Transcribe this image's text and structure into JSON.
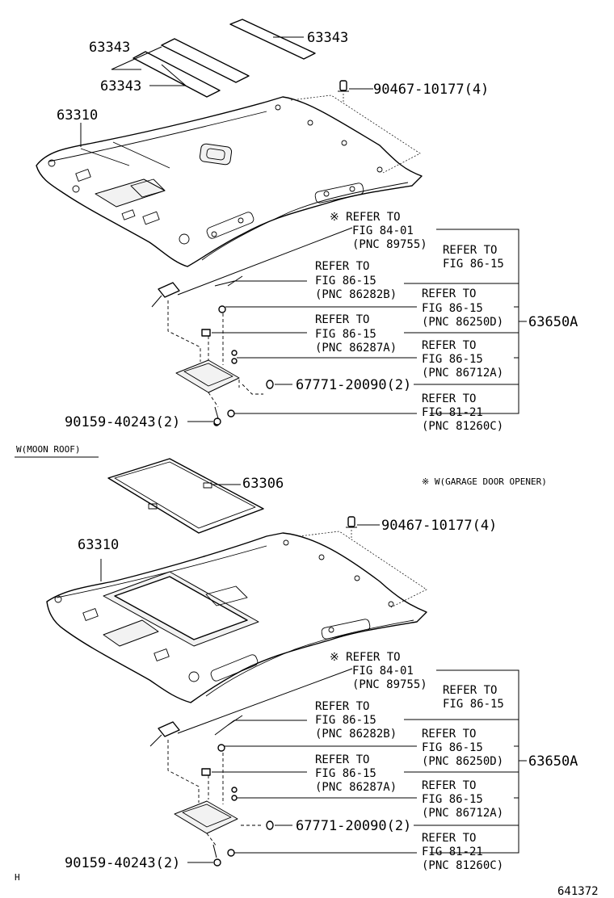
{
  "upper": {
    "pn_63343_a": "63343",
    "pn_63343_b": "63343",
    "pn_63343_c": "63343",
    "pn_90467": "90467-10177(4)",
    "pn_63310": "63310",
    "ref1_line1": "※ REFER TO",
    "ref1_line2": "FIG 84-01",
    "ref1_line3": "(PNC 89755)",
    "ref2_line1": "REFER TO",
    "ref2_line2": "FIG 86-15",
    "ref3_line1": "REFER TO",
    "ref3_line2": "FIG 86-15",
    "ref3_line3": "(PNC 86282B)",
    "ref4_line1": "REFER TO",
    "ref4_line2": "FIG 86-15",
    "ref4_line3": "(PNC 86250D)",
    "ref5_line1": "REFER TO",
    "ref5_line2": "FIG 86-15",
    "ref5_line3": "(PNC 86287A)",
    "ref6_line1": "REFER TO",
    "ref6_line2": "FIG 86-15",
    "ref6_line3": "(PNC 86712A)",
    "pn_67771": "67771-20090(2)",
    "ref7_line1": "REFER TO",
    "ref7_line2": "FIG 81-21",
    "ref7_line3": "(PNC 81260C)",
    "pn_63650A": "63650A",
    "pn_90159": "90159-40243(2)"
  },
  "section_label": "W(MOON ROOF)",
  "garage_note": "※ W(GARAGE DOOR OPENER)",
  "lower": {
    "pn_63306": "63306",
    "pn_90467": "90467-10177(4)",
    "pn_63310": "63310",
    "ref1_line1": "※ REFER TO",
    "ref1_line2": "FIG 84-01",
    "ref1_line3": "(PNC 89755)",
    "ref2_line1": "REFER TO",
    "ref2_line2": "FIG 86-15",
    "ref3_line1": "REFER TO",
    "ref3_line2": "FIG 86-15",
    "ref3_line3": "(PNC 86282B)",
    "ref4_line1": "REFER TO",
    "ref4_line2": "FIG 86-15",
    "ref4_line3": "(PNC 86250D)",
    "ref5_line1": "REFER TO",
    "ref5_line2": "FIG 86-15",
    "ref5_line3": "(PNC 86287A)",
    "ref6_line1": "REFER TO",
    "ref6_line2": "FIG 86-15",
    "ref6_line3": "(PNC 86712A)",
    "pn_67771": "67771-20090(2)",
    "ref7_line1": "REFER TO",
    "ref7_line2": "FIG 81-21",
    "ref7_line3": "(PNC 81260C)",
    "pn_63650A": "63650A",
    "pn_90159": "90159-40243(2)"
  },
  "corner_letter": "H",
  "figure_number": "641372"
}
